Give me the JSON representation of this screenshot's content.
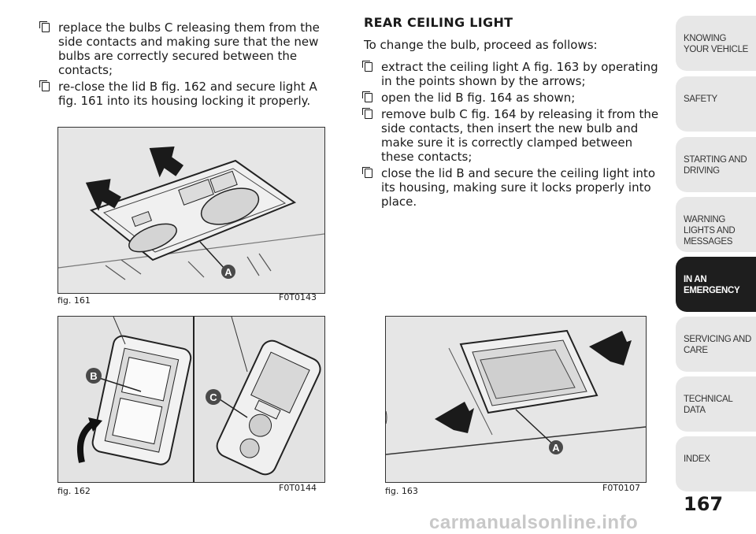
{
  "left_column": {
    "bullets": [
      "replace the bulbs C releasing them from the side contacts and making sure that the new bulbs are correctly secured between the contacts;",
      "re-close the lid B fig. 162 and secure light A fig. 161 into its housing locking it properly."
    ]
  },
  "right_column": {
    "heading": "REAR CEILING LIGHT",
    "intro": "To change the bulb, proceed as follows:",
    "bullets": [
      "extract the ceiling light A fig. 163 by operating in the points shown by the arrows;",
      "open the lid B fig. 164 as shown;",
      "remove bulb C fig. 164 by releasing it from the side contacts, then insert the new bulb and make sure it is correctly clamped between these contacts;",
      "close the lid B and secure the ceiling light into its housing, making sure it locks properly into place."
    ]
  },
  "figures": [
    {
      "caption": "fig. 161",
      "code": "F0T0143",
      "labels": [
        "A"
      ]
    },
    {
      "caption": "fig. 162",
      "code": "F0T0144",
      "labels": [
        "B",
        "C"
      ]
    },
    {
      "caption": "fig. 163",
      "code": "F0T0107",
      "labels": [
        "A"
      ]
    }
  ],
  "sidebar_tabs": [
    "KNOWING YOUR VEHICLE",
    "SAFETY",
    "STARTING AND DRIVING",
    "WARNING LIGHTS AND MESSAGES",
    "IN AN EMERGENCY",
    "SERVICING AND CARE",
    "TECHNICAL DATA",
    "INDEX"
  ],
  "active_tab_index": 4,
  "page_number": "167",
  "watermark": "carmanualsonline.info",
  "colors": {
    "active_tab": "#1e1e1e",
    "tab": "#e7e7e7",
    "callout": "#4a4a4a"
  }
}
